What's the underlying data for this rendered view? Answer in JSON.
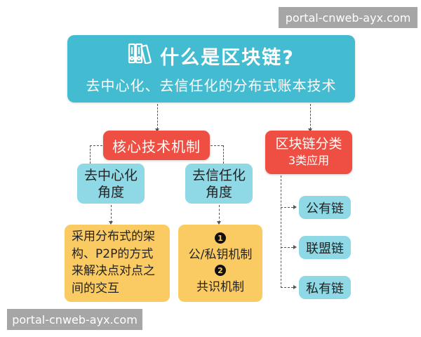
{
  "watermarks": {
    "top": "portal-cnweb-ayx.com",
    "bottom": "portal-cnweb-ayx.com"
  },
  "header": {
    "icon": "binders-icon",
    "title": "什么是区块链?",
    "subtitle": "去中心化、去信任化的分布式账本技术"
  },
  "core_mechanism": {
    "label": "核心技术机制",
    "branches": [
      {
        "title_line1": "去中心化",
        "title_line2": "角度",
        "detail_lines": [
          "采用分布式的架",
          "构、P2P的方式",
          "来解决点对点之",
          "间的交互"
        ]
      },
      {
        "title_line1": "去信任化",
        "title_line2": "角度",
        "detail_items": [
          {
            "badge": "1",
            "label": "公/私钥机制"
          },
          {
            "badge": "2",
            "label": "共识机制"
          }
        ]
      }
    ]
  },
  "classification": {
    "label": "区块链分类",
    "sublabel": "3类应用",
    "types": [
      "公有链",
      "联盟链",
      "私有链"
    ]
  },
  "colors": {
    "header_bg": "#43bcd1",
    "red": "#ef4f42",
    "light_blue": "#8fd9e6",
    "yellow": "#fbcb63",
    "watermark_bg": "#a6a6a6"
  }
}
